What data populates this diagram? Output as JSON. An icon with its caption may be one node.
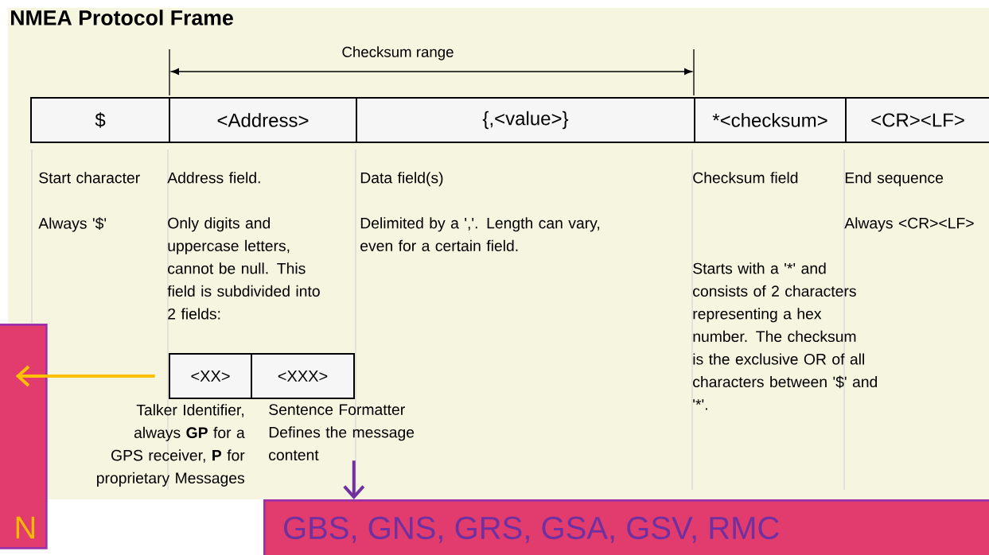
{
  "diagram": {
    "title": "NMEA Protocol Frame",
    "nodes": [
      {
        "text": [
          "$"
        ]
      },
      {
        "text": [
          "<Address>"
        ]
      },
      {
        "text": [
          "{,<value>}"
        ]
      },
      {
        "text": [
          "*<checksum>"
        ]
      },
      {
        "text": [
          "<CR><LF>"
        ]
      },
      {
        "text": [
          "<XX>"
        ],
        "beside": [
          "Talker Identifier, always **GP** for a GPS receiver, **P** for proprietary Messages"
        ]
      },
      {
        "text": [
          "<XXX>"
        ],
        "beside": [
          "Sentence Formatter Defines the message content"
        ]
      },
      {
        "text": [
          "N"
        ]
      },
      {
        "text": [
          "GBS, GNS, GRS, GSA, GSV, RMC"
        ]
      }
    ],
    "edges": [
      {
        "from": 5,
        "to": 7,
        "arrow": "to",
        "color": "#ffc000"
      },
      {
        "from": 6,
        "to": 8,
        "arrow": "to",
        "color": "#7030a0"
      }
    ],
    "labels": [
      "Checksum range",
      "Start character",
      "Address field.",
      "Data field(s)",
      "Checksum field",
      "End sequence",
      "Always '$'",
      "Only digits and uppercase letters, cannot be null. This field is subdivided into 2 fields:",
      "Delimited by a ','. Length can vary, even for a certain field.",
      "Always <CR><LF>",
      "Starts with a '*' and consists of 2 characters representing a hex number.",
      "The checksum is the exclusive OR of all characters between '$' and '*'."
    ]
  }
}
